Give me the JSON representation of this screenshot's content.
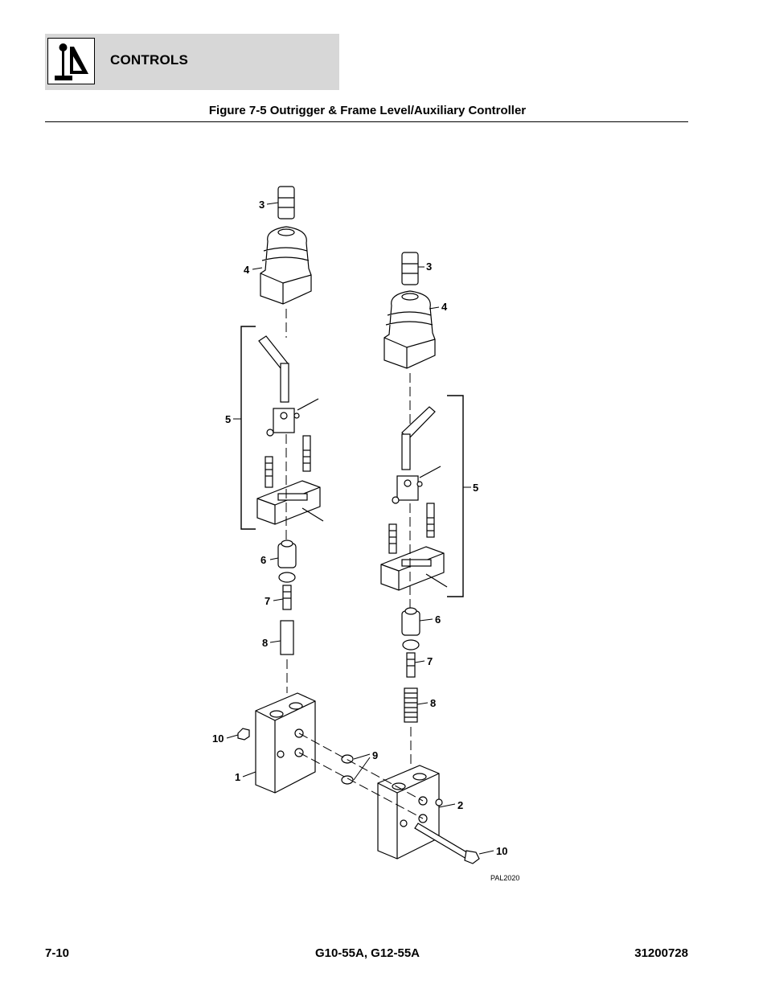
{
  "header": {
    "section_title": "CONTROLS",
    "icon": "joystick-control-icon",
    "band_color": "#d7d7d7"
  },
  "figure": {
    "title": "Figure 7-5 Outrigger & Frame Level/Auxiliary Controller",
    "drawing_code": "PAL2020",
    "callouts_left": [
      "3",
      "4",
      "5",
      "6",
      "7",
      "8",
      "10",
      "1"
    ],
    "callouts_right": [
      "3",
      "4",
      "5",
      "6",
      "7",
      "8",
      "2",
      "10"
    ],
    "callout_shared": "9"
  },
  "footer": {
    "page_number": "7-10",
    "models": "G10-55A, G12-55A",
    "doc_number": "31200728"
  }
}
